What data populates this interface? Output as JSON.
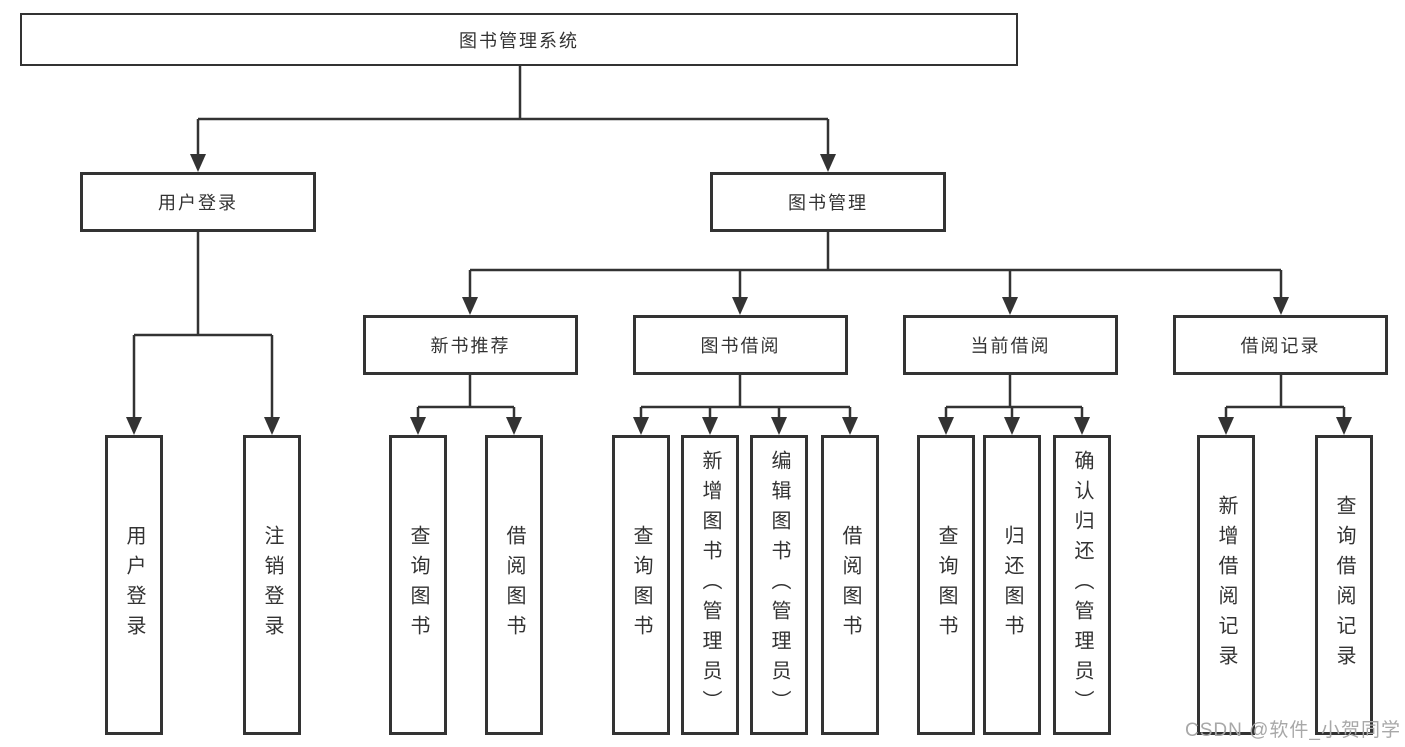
{
  "diagram": {
    "root": "图书管理系统",
    "level2": [
      "用户登录",
      "图书管理"
    ],
    "level3": [
      "新书推荐",
      "图书借阅",
      "当前借阅",
      "借阅记录"
    ],
    "leaves": [
      "用户登录",
      "注销登录",
      "查询图书",
      "借阅图书",
      "查询图书",
      "新增图书（管理员）",
      "编辑图书（管理员）",
      "借阅图书",
      "查询图书",
      "归还图书",
      "确认归还（管理员）",
      "新增借阅记录",
      "查询借阅记录"
    ]
  },
  "watermark": "CSDN @软件_小贺同学",
  "colors": {
    "line": "#333333",
    "text": "#333333",
    "box_background": "#ffffff",
    "page_background": "#ffffff",
    "watermark": "#a8a8a8"
  }
}
